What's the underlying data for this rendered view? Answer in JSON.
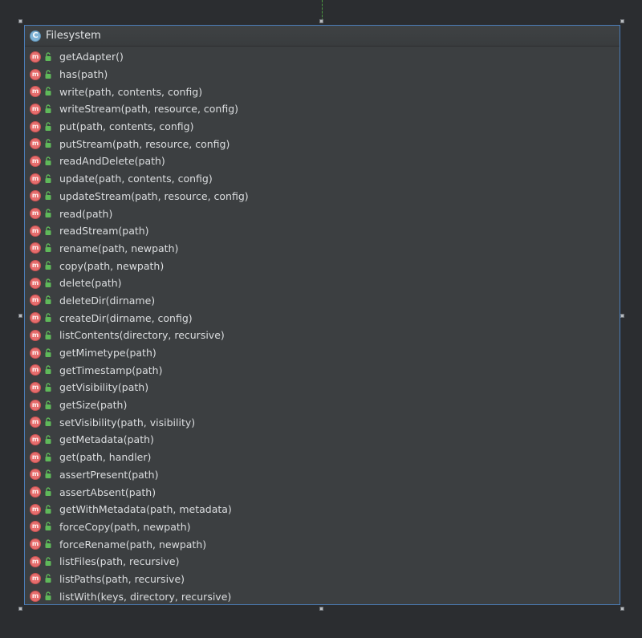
{
  "diagram": {
    "class_name": "Filesystem",
    "class_icon_letter": "C",
    "method_icon_letter": "m",
    "methods": [
      "getAdapter()",
      "has(path)",
      "write(path, contents, config)",
      "writeStream(path, resource, config)",
      "put(path, contents, config)",
      "putStream(path, resource, config)",
      "readAndDelete(path)",
      "update(path, contents, config)",
      "updateStream(path, resource, config)",
      "read(path)",
      "readStream(path)",
      "rename(path, newpath)",
      "copy(path, newpath)",
      "delete(path)",
      "deleteDir(dirname)",
      "createDir(dirname, config)",
      "listContents(directory, recursive)",
      "getMimetype(path)",
      "getTimestamp(path)",
      "getVisibility(path)",
      "getSize(path)",
      "setVisibility(path, visibility)",
      "getMetadata(path)",
      "get(path, handler)",
      "assertPresent(path)",
      "assertAbsent(path)",
      "getWithMetadata(path, metadata)",
      "forceCopy(path, newpath)",
      "forceRename(path, newpath)",
      "listFiles(path, recursive)",
      "listPaths(path, recursive)",
      "listWith(keys, directory, recursive)"
    ]
  },
  "icons": {
    "class": "class-icon",
    "method": "method-icon",
    "visibility": "public-lock-icon"
  },
  "colors": {
    "background": "#2b2d30",
    "box_fill": "#3c3f41",
    "selection_border": "#4b7db8",
    "class_icon": "#7fb3d6",
    "method_icon": "#e66d6d",
    "public_icon": "#5fb95a",
    "text": "#dcdee0"
  }
}
